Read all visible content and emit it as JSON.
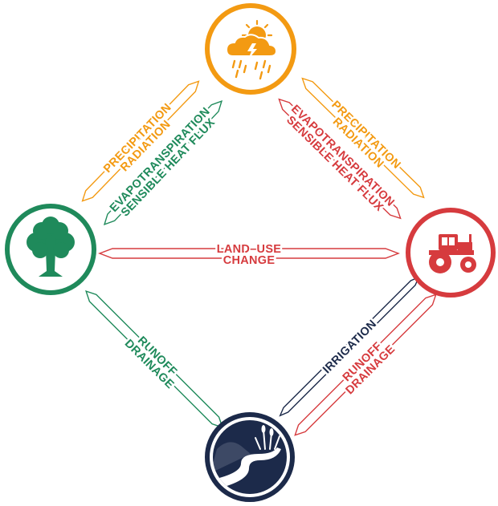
{
  "colors": {
    "climate": "#f39a12",
    "land": "#1f8a5b",
    "farming": "#d63b3e",
    "water": "#1c2a4a",
    "white": "#ffffff"
  },
  "nodes": {
    "climate": {
      "icon": "weather-cloud-sun-rain-icon"
    },
    "land": {
      "icon": "tree-icon"
    },
    "farming": {
      "icon": "tractor-icon"
    },
    "water": {
      "icon": "river-landscape-icon"
    }
  },
  "arrows": {
    "land_to_climate": {
      "line1": "PRECIPITATION",
      "line2": "RADIATION"
    },
    "climate_to_land": {
      "line1": "EVAPOTRANSPIRATION",
      "line2": "SENSIBLE HEAT FLUX"
    },
    "farming_to_climate_precip": {
      "line1": "PRECIPITATION",
      "line2": "RADIATION"
    },
    "farming_to_climate_evap": {
      "line1": "EVAPOTRANSPIRATION",
      "line2": "SENSIBLE HEAT FLUX"
    },
    "land_farming": {
      "line1": "LAND–USE",
      "line2": "CHANGE"
    },
    "land_water": {
      "line1": "RUNOFF",
      "line2": "DRAINAGE"
    },
    "water_farming_irrigation": {
      "line1": "IRRIGATION"
    },
    "farming_water_runoff": {
      "line1": "RUNOFF",
      "line2": "DRAINAGE"
    }
  }
}
